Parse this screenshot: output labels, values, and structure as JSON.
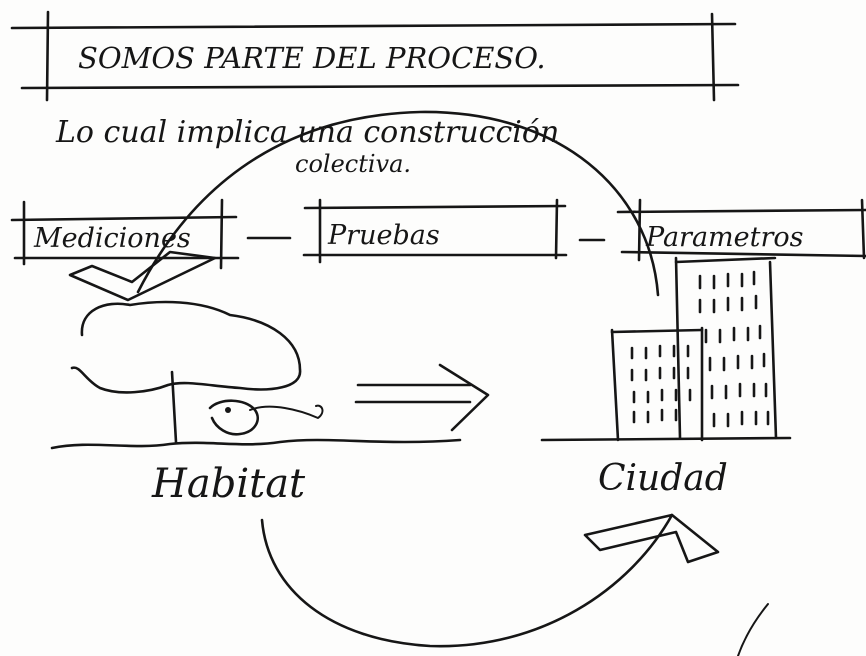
{
  "header": {
    "title": "SOMOS PARTE DEL PROCESO.",
    "subtitle_line1": "Lo cual implica una construcción",
    "subtitle_line2": "colectiva."
  },
  "stages": [
    {
      "label": "Mediciones"
    },
    {
      "label": "Pruebas"
    },
    {
      "label": "Parametros"
    }
  ],
  "stage_separator": "—",
  "nodes": {
    "habitat": "Habitat",
    "ciudad": "Ciudad"
  }
}
